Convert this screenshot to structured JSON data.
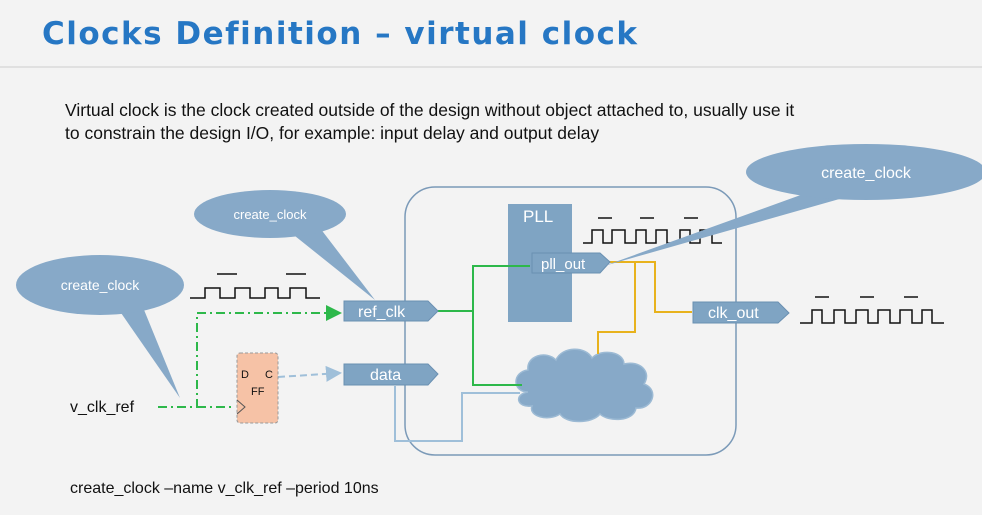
{
  "slide": {
    "title": "Clocks Definition – virtual clock",
    "description_line1": "Virtual clock is the clock created outside of the design without object attached to, usually use it",
    "description_line2": "to constrain the design I/O, for example: input delay and output delay",
    "command": "create_clock –name v_clk_ref  –period 10ns"
  },
  "diagram": {
    "callouts": {
      "left": "create_clock",
      "middle": "create_clock",
      "right": "create_clock"
    },
    "ports": {
      "ref_clk": "ref_clk",
      "data": "data",
      "pll_out": "pll_out",
      "clk_out": "clk_out"
    },
    "pll_label": "PLL",
    "flipflop": {
      "d": "D",
      "c": "C",
      "ff": "FF"
    },
    "v_clk_ref_label": "v_clk_ref",
    "colors": {
      "callout_fill": "#87a9c8",
      "port_fill": "#7fa4c3",
      "green_line": "#2db84a",
      "orange_line": "#e8b21c",
      "light_blue_line": "#9fbfd9",
      "design_border": "#7b9ab8",
      "ff_fill": "#f6c2a6"
    }
  }
}
